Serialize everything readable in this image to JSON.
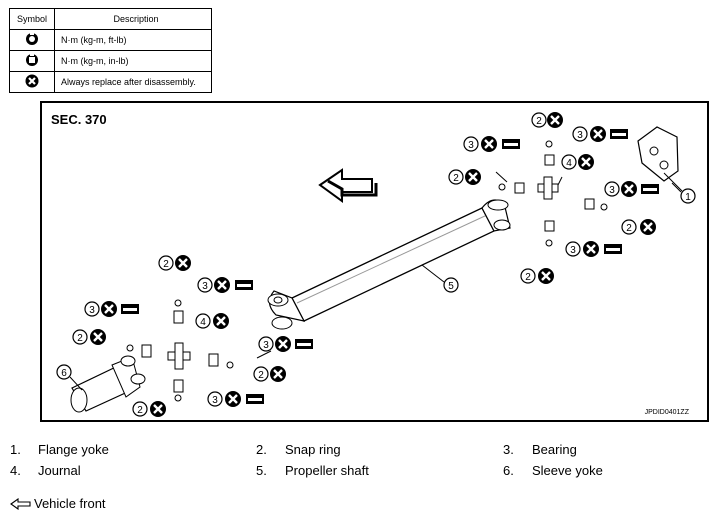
{
  "symbol_table": {
    "header_symbol": "Symbol",
    "header_description": "Description",
    "rows": [
      {
        "icon": "torque-wrench-icon",
        "description": "N·m (kg-m, ft-lb)"
      },
      {
        "icon": "torque-wrench-inlb-icon",
        "description": "N·m (kg-m, in-lb)"
      },
      {
        "icon": "always-replace-icon",
        "description": "Always replace after disassembly."
      }
    ]
  },
  "diagram": {
    "section": "SEC. 370",
    "code": "JPDID0401ZZ",
    "callouts": [
      "1",
      "2",
      "3",
      "4",
      "5",
      "6"
    ]
  },
  "legend": [
    {
      "num": "1.",
      "label": "Flange yoke"
    },
    {
      "num": "2.",
      "label": "Snap ring"
    },
    {
      "num": "3.",
      "label": "Bearing"
    },
    {
      "num": "4.",
      "label": "Journal"
    },
    {
      "num": "5.",
      "label": "Propeller shaft"
    },
    {
      "num": "6.",
      "label": "Sleeve yoke"
    }
  ],
  "footer": {
    "vehicle_front": "Vehicle front"
  }
}
